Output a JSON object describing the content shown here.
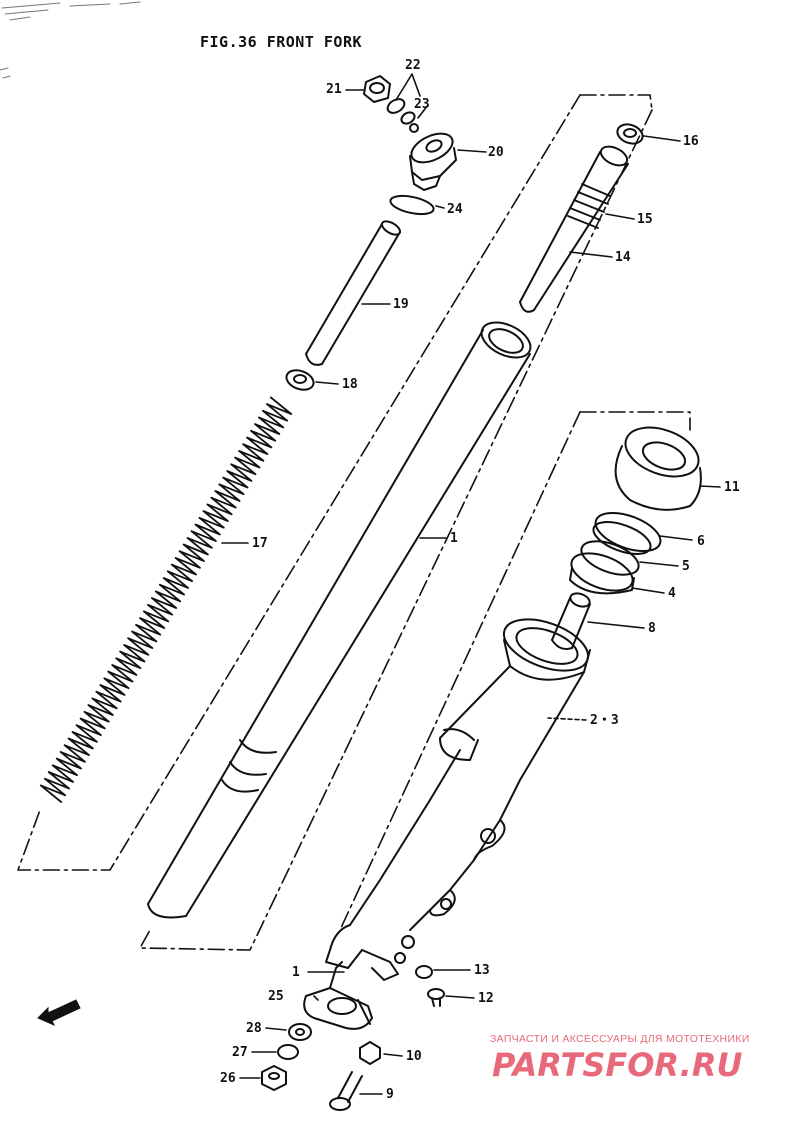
{
  "title": "FIG.36  FRONT FORK",
  "callouts": [
    {
      "id": "c21",
      "text": "21"
    },
    {
      "id": "c22",
      "text": "22"
    },
    {
      "id": "c23",
      "text": "23"
    },
    {
      "id": "c20",
      "text": "20"
    },
    {
      "id": "c24",
      "text": "24"
    },
    {
      "id": "c16",
      "text": "16"
    },
    {
      "id": "c15",
      "text": "15"
    },
    {
      "id": "c14",
      "text": "14"
    },
    {
      "id": "c19",
      "text": "19"
    },
    {
      "id": "c18",
      "text": "18"
    },
    {
      "id": "c11",
      "text": "11"
    },
    {
      "id": "c17",
      "text": "17"
    },
    {
      "id": "c1a",
      "text": "1"
    },
    {
      "id": "c6",
      "text": "6"
    },
    {
      "id": "c5",
      "text": "5"
    },
    {
      "id": "c4",
      "text": "4"
    },
    {
      "id": "c8",
      "text": "8"
    },
    {
      "id": "c23b",
      "text": "2・3"
    },
    {
      "id": "c1b",
      "text": "1"
    },
    {
      "id": "c13",
      "text": "13"
    },
    {
      "id": "c25",
      "text": "25"
    },
    {
      "id": "c12",
      "text": "12"
    },
    {
      "id": "c28",
      "text": "28"
    },
    {
      "id": "c27",
      "text": "27"
    },
    {
      "id": "c10",
      "text": "10"
    },
    {
      "id": "c26",
      "text": "26"
    },
    {
      "id": "c9",
      "text": "9"
    }
  ],
  "fwd_label": "FWD",
  "watermark": {
    "caption": "ЗАПЧАСТИ И АКСЕССУАРЫ ДЛЯ МОТОТЕХНИКИ",
    "logo": "PARTSFOR.RU",
    "color": "#e86a7a"
  }
}
